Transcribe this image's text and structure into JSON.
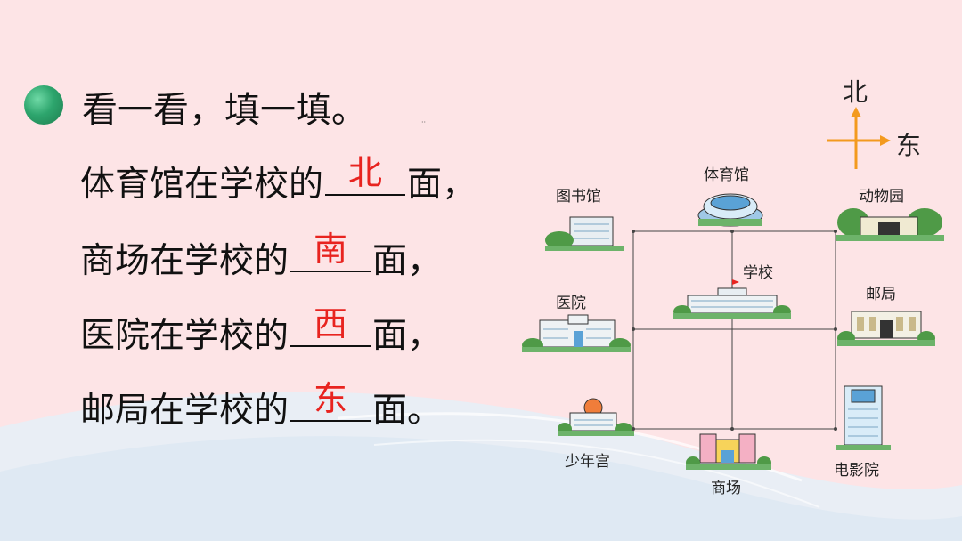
{
  "title": "看一看，填一填。",
  "tiny_mark": "··",
  "lines": [
    {
      "prefix": "体育馆在学校的",
      "answer": "北",
      "suffix": "面，"
    },
    {
      "prefix": "商场在学校的",
      "answer": "南",
      "suffix": "面，"
    },
    {
      "prefix": "医院在学校的",
      "answer": "西",
      "suffix": "面，"
    },
    {
      "prefix": "邮局在学校的",
      "answer": "东",
      "suffix": "面。"
    }
  ],
  "compass": {
    "north": "北",
    "east": "东"
  },
  "places": {
    "stadium": "体育馆",
    "library": "图书馆",
    "zoo": "动物园",
    "school": "学校",
    "hospital": "医院",
    "post_office": "邮局",
    "youth_palace": "少年宫",
    "mall": "商场",
    "cinema": "电影院"
  },
  "colors": {
    "answer": "#e8231f",
    "background": "#fde4e6",
    "compass_arrow": "#f39a1e"
  }
}
